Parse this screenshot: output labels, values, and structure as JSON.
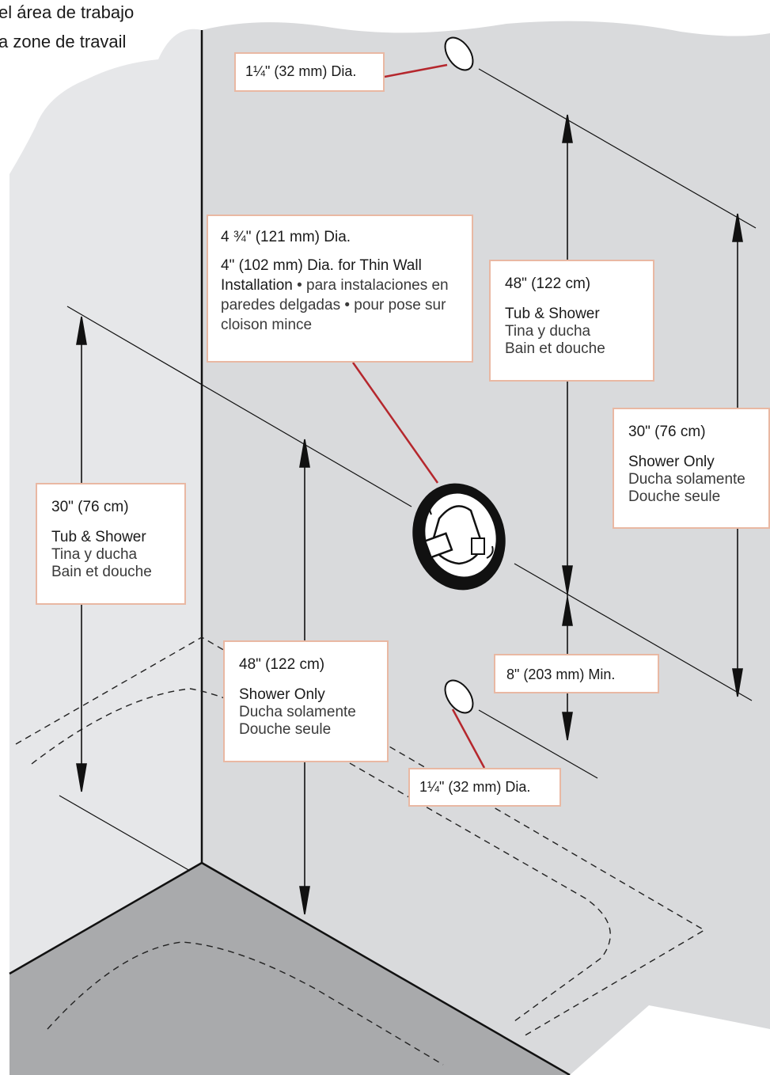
{
  "heading": {
    "line1": "el área de trabajo",
    "line2": "a zone de travail"
  },
  "callouts": {
    "top_pipe": "1¼\" (32 mm) Dia.",
    "valve": {
      "dia": "4 ¾\" (121 mm) Dia.",
      "thin_wall": "4\" (102 mm) Dia. for Thin Wall Installation",
      "thin_wall_tr": " • para instalaciones en paredes delgadas • pour pose sur cloison mince"
    },
    "right_48": {
      "dim": "48\" (122 cm)",
      "en": "Tub & Shower",
      "es": "Tina y ducha",
      "fr": "Bain et douche"
    },
    "right_30": {
      "dim": "30\" (76 cm)",
      "en": "Shower Only",
      "es": "Ducha solamente",
      "fr": "Douche seule"
    },
    "left_30": {
      "dim": "30\" (76 cm)",
      "en": "Tub & Shower",
      "es": "Tina y ducha",
      "fr": "Bain et douche"
    },
    "mid_48": {
      "dim": "48\" (122 cm)",
      "en": "Shower Only",
      "es": "Ducha solamente",
      "fr": "Douche seule"
    },
    "min_8": "8\" (203 mm) Min.",
    "bottom_pipe": "1¼\" (32 mm) Dia."
  },
  "colors": {
    "wall_back": "#d9dadc",
    "wall_left": "#e6e7e9",
    "floor": "#a9aaac",
    "leader": "#b5272d",
    "callout_border": "#e9b8a3"
  }
}
